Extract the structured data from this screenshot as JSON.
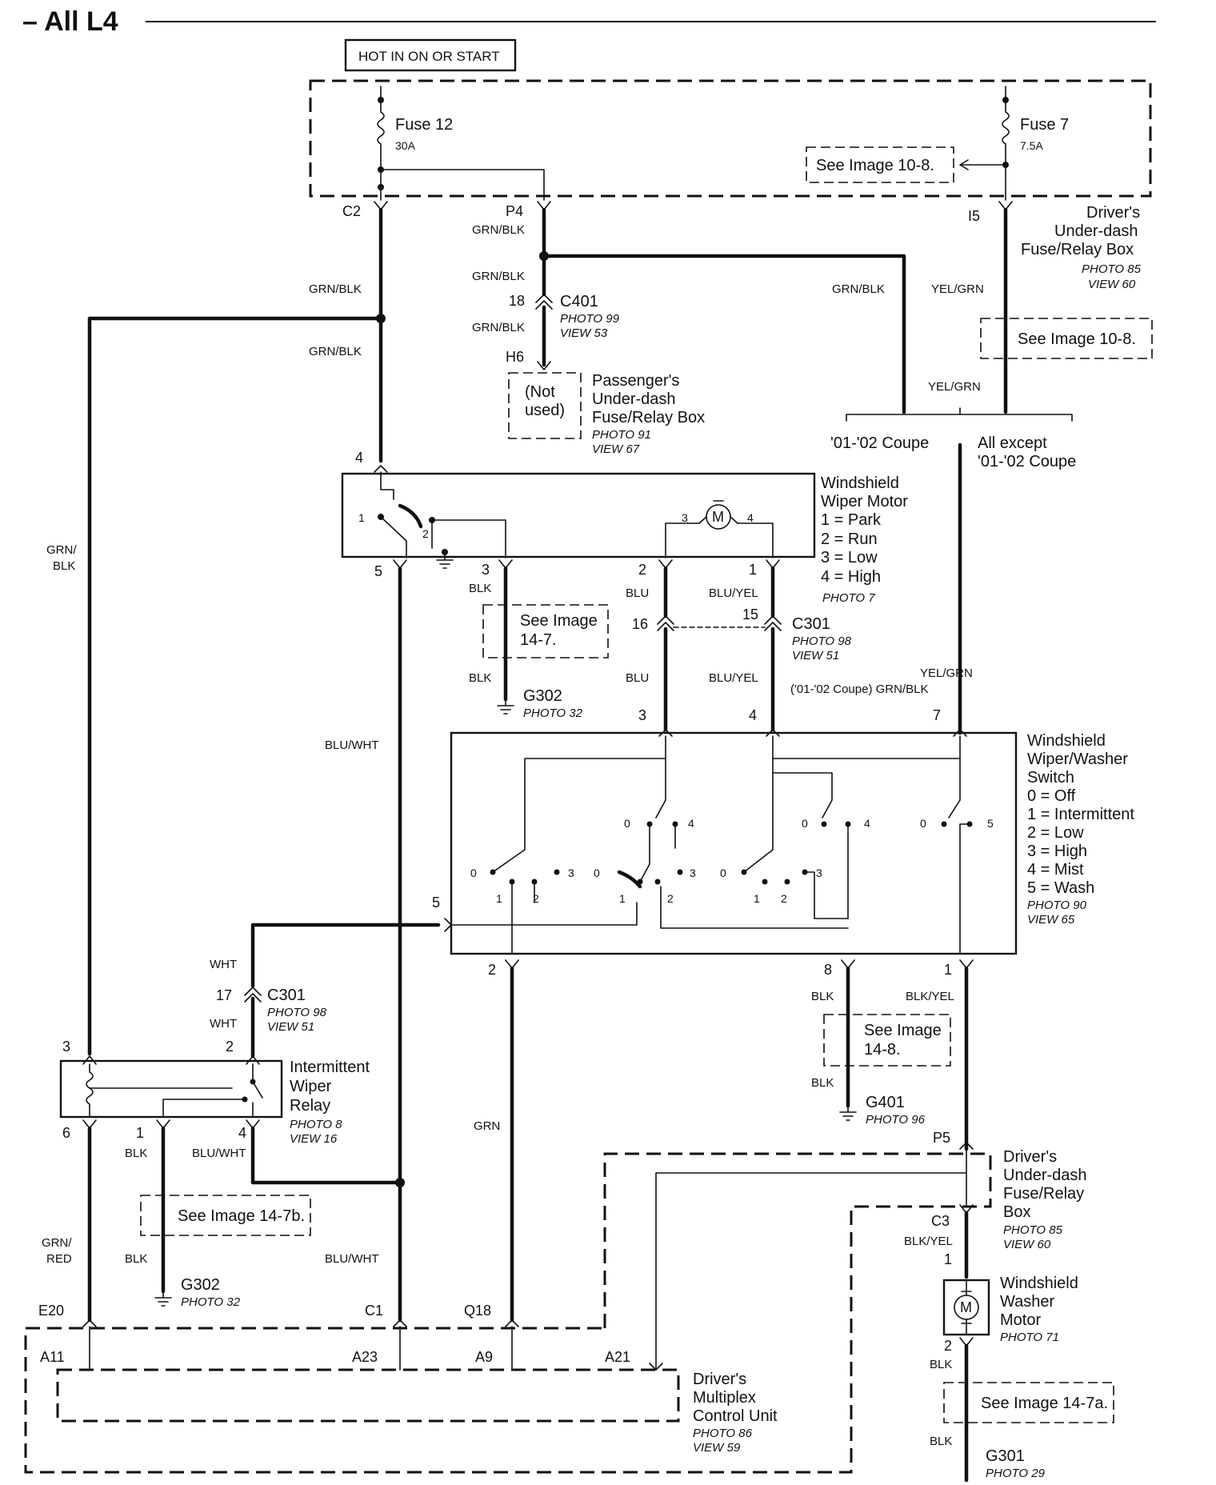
{
  "header": {
    "title": "– All L4"
  },
  "power": {
    "hot_label": "HOT IN ON OR START"
  },
  "fuses": {
    "fuse12": {
      "name": "Fuse 12",
      "rating": "30A"
    },
    "fuse7": {
      "name": "Fuse 7",
      "rating": "7.5A"
    }
  },
  "refs": {
    "r10_8a": "See Image 10-8.",
    "r10_8b": "See Image 10-8.",
    "r14_7_l1": "See Image",
    "r14_7_l2": "14-7.",
    "r14_8_l1": "See Image",
    "r14_8_l2": "14-8.",
    "r14_7b": "See Image 14-7b.",
    "r14_7a": "See Image 14-7a."
  },
  "components": {
    "driver_box_top": {
      "l1": "Driver's",
      "l2": "Under-dash",
      "l3": "Fuse/Relay Box",
      "photo": "PHOTO 85",
      "view": "VIEW 60"
    },
    "passenger_box": {
      "l1": "Passenger's",
      "l2": "Under-dash",
      "l3": "Fuse/Relay Box",
      "photo": "PHOTO 91",
      "view": "VIEW 67",
      "not_used_1": "(Not",
      "not_used_2": "used)"
    },
    "c401": {
      "name": "C401",
      "photo": "PHOTO 99",
      "view": "VIEW 53"
    },
    "wiper_motor": {
      "l1": "Windshield",
      "l2": "Wiper Motor",
      "s1": "1 = Park",
      "s2": "2 = Run",
      "s3": "3 = Low",
      "s4": "4 = High",
      "photo": "PHOTO 7",
      "motor": "M"
    },
    "c301_top": {
      "name": "C301",
      "photo": "PHOTO 98",
      "view": "VIEW 51"
    },
    "wiper_switch": {
      "l1": "Windshield",
      "l2": "Wiper/Washer",
      "l3": "Switch",
      "s0": "0 = Off",
      "s1": "1 = Intermittent",
      "s2": "2 = Low",
      "s3": "3 = High",
      "s4": "4 = Mist",
      "s5": "5 = Wash",
      "photo": "PHOTO 90",
      "view": "VIEW 65"
    },
    "c301_low": {
      "name": "C301",
      "photo": "PHOTO 98",
      "view": "VIEW 51"
    },
    "relay": {
      "l1": "Intermittent",
      "l2": "Wiper",
      "l3": "Relay",
      "photo": "PHOTO 8",
      "view": "VIEW 16"
    },
    "g302_a": {
      "name": "G302",
      "photo": "PHOTO 32"
    },
    "g302_b": {
      "name": "G302",
      "photo": "PHOTO 32"
    },
    "g401": {
      "name": "G401",
      "photo": "PHOTO 96"
    },
    "g301": {
      "name": "G301",
      "photo": "PHOTO 29"
    },
    "driver_box_low": {
      "l1": "Driver's",
      "l2": "Under-dash",
      "l3": "Fuse/Relay",
      "l4": "Box",
      "photo": "PHOTO 85",
      "view": "VIEW 60"
    },
    "washer_motor": {
      "l1": "Windshield",
      "l2": "Washer",
      "l3": "Motor",
      "photo": "PHOTO 71",
      "motor": "M"
    },
    "mcu": {
      "l1": "Driver's",
      "l2": "Multiplex",
      "l3": "Control Unit",
      "photo": "PHOTO 86",
      "view": "VIEW 59"
    }
  },
  "branches": {
    "coupe": "'01-'02 Coupe",
    "except_1": "All except",
    "except_2": "'01-'02 Coupe",
    "note": "('01-'02 Coupe) GRN/BLK"
  },
  "wire_colors": {
    "grn_blk": "GRN/BLK",
    "grn_blk_split_1": "GRN/",
    "grn_blk_split_2": "BLK",
    "yel_grn": "YEL/GRN",
    "blk": "BLK",
    "blu": "BLU",
    "blu_yel": "BLU/YEL",
    "blu_wht": "BLU/WHT",
    "wht": "WHT",
    "grn": "GRN",
    "blk_yel": "BLK/YEL",
    "grn_red_1": "GRN/",
    "grn_red_2": "RED"
  },
  "pins": {
    "c2": "C2",
    "p4": "P4",
    "i5": "I5",
    "n18": "18",
    "h6": "H6",
    "m4": "4",
    "m5": "5",
    "m3": "3",
    "m2": "2",
    "m1": "1",
    "c301_16": "16",
    "c301_15": "15",
    "s3": "3",
    "s4": "4",
    "s7": "7",
    "s5": "5",
    "s2": "2",
    "s8": "8",
    "s1": "1",
    "c301_17": "17",
    "r3": "3",
    "r2": "2",
    "r6": "6",
    "r1": "1",
    "r4": "4",
    "p5": "P5",
    "c3": "C3",
    "wm1": "1",
    "wm2": "2",
    "e20": "E20",
    "c1": "C1",
    "q18": "Q18",
    "a11": "A11",
    "a23": "A23",
    "a9": "A9",
    "a21": "A21"
  },
  "internal_labels": {
    "m_p1": "1",
    "m_p2": "2",
    "m_p3": "3",
    "m_p4": "4",
    "s_a0": "0",
    "s_a4": "4",
    "s_b0": "0",
    "s_b4": "4",
    "s_c0": "0",
    "s_c5": "5",
    "s_d0": "0",
    "s_d1": "1",
    "s_d2": "2",
    "s_d3": "3",
    "s_e0": "0",
    "s_e1": "1",
    "s_e2": "2",
    "s_e3": "3",
    "s_f0": "0",
    "s_f1": "1",
    "s_f2": "2",
    "s_f3": "3"
  }
}
